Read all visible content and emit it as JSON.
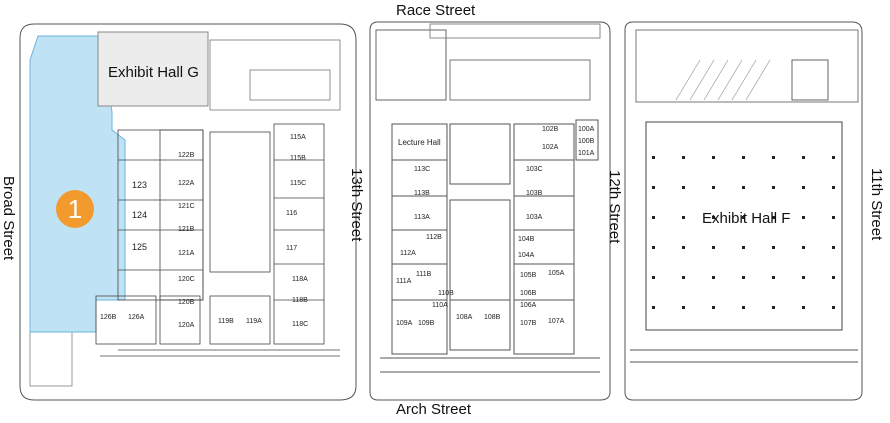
{
  "streets": {
    "race": "Race Street",
    "arch": "Arch Street",
    "broad": "Broad Street",
    "thirteenth": "13th Street",
    "twelfth": "12th Street",
    "eleventh": "11th Street"
  },
  "halls": {
    "g": "Exhibit Hall G",
    "f": "Exhibit Hall F",
    "lecture": "Lecture Hall"
  },
  "marker": {
    "label": "1",
    "color": "#f39a2f",
    "highlight_color": "#bfe3f5"
  },
  "rooms": {
    "r123": "123",
    "r124": "124",
    "r125": "125",
    "r122b": "122B",
    "r122a": "122A",
    "r121c": "121C",
    "r121b": "121B",
    "r121a": "121A",
    "r120c": "120C",
    "r120b": "120B",
    "r120a": "120A",
    "r126b": "126B",
    "r126a": "126A",
    "r119b": "119B",
    "r119a": "119A",
    "r115a": "115A",
    "r115b": "115B",
    "r115c": "115C",
    "r116": "116",
    "r117": "117",
    "r118a": "118A",
    "r118b": "118B",
    "r118c": "118C",
    "r113c": "113C",
    "r113b": "113B",
    "r113a": "113A",
    "r112b": "112B",
    "r112a": "112A",
    "r111b": "111B",
    "r111a": "111A",
    "r110b": "110B",
    "r110a": "110A",
    "r109b": "109B",
    "r109a": "109A",
    "r108a": "108A",
    "r108b": "108B",
    "r102b": "102B",
    "r102a": "102A",
    "r100a": "100A",
    "r100b": "100B",
    "r101a": "101A",
    "r103c": "103C",
    "r103b": "103B",
    "r103a": "103A",
    "r104b": "104B",
    "r104a": "104A",
    "r105b": "105B",
    "r105a": "105A",
    "r106b": "106B",
    "r106a": "106A",
    "r107b": "107B",
    "r107a": "107A"
  }
}
